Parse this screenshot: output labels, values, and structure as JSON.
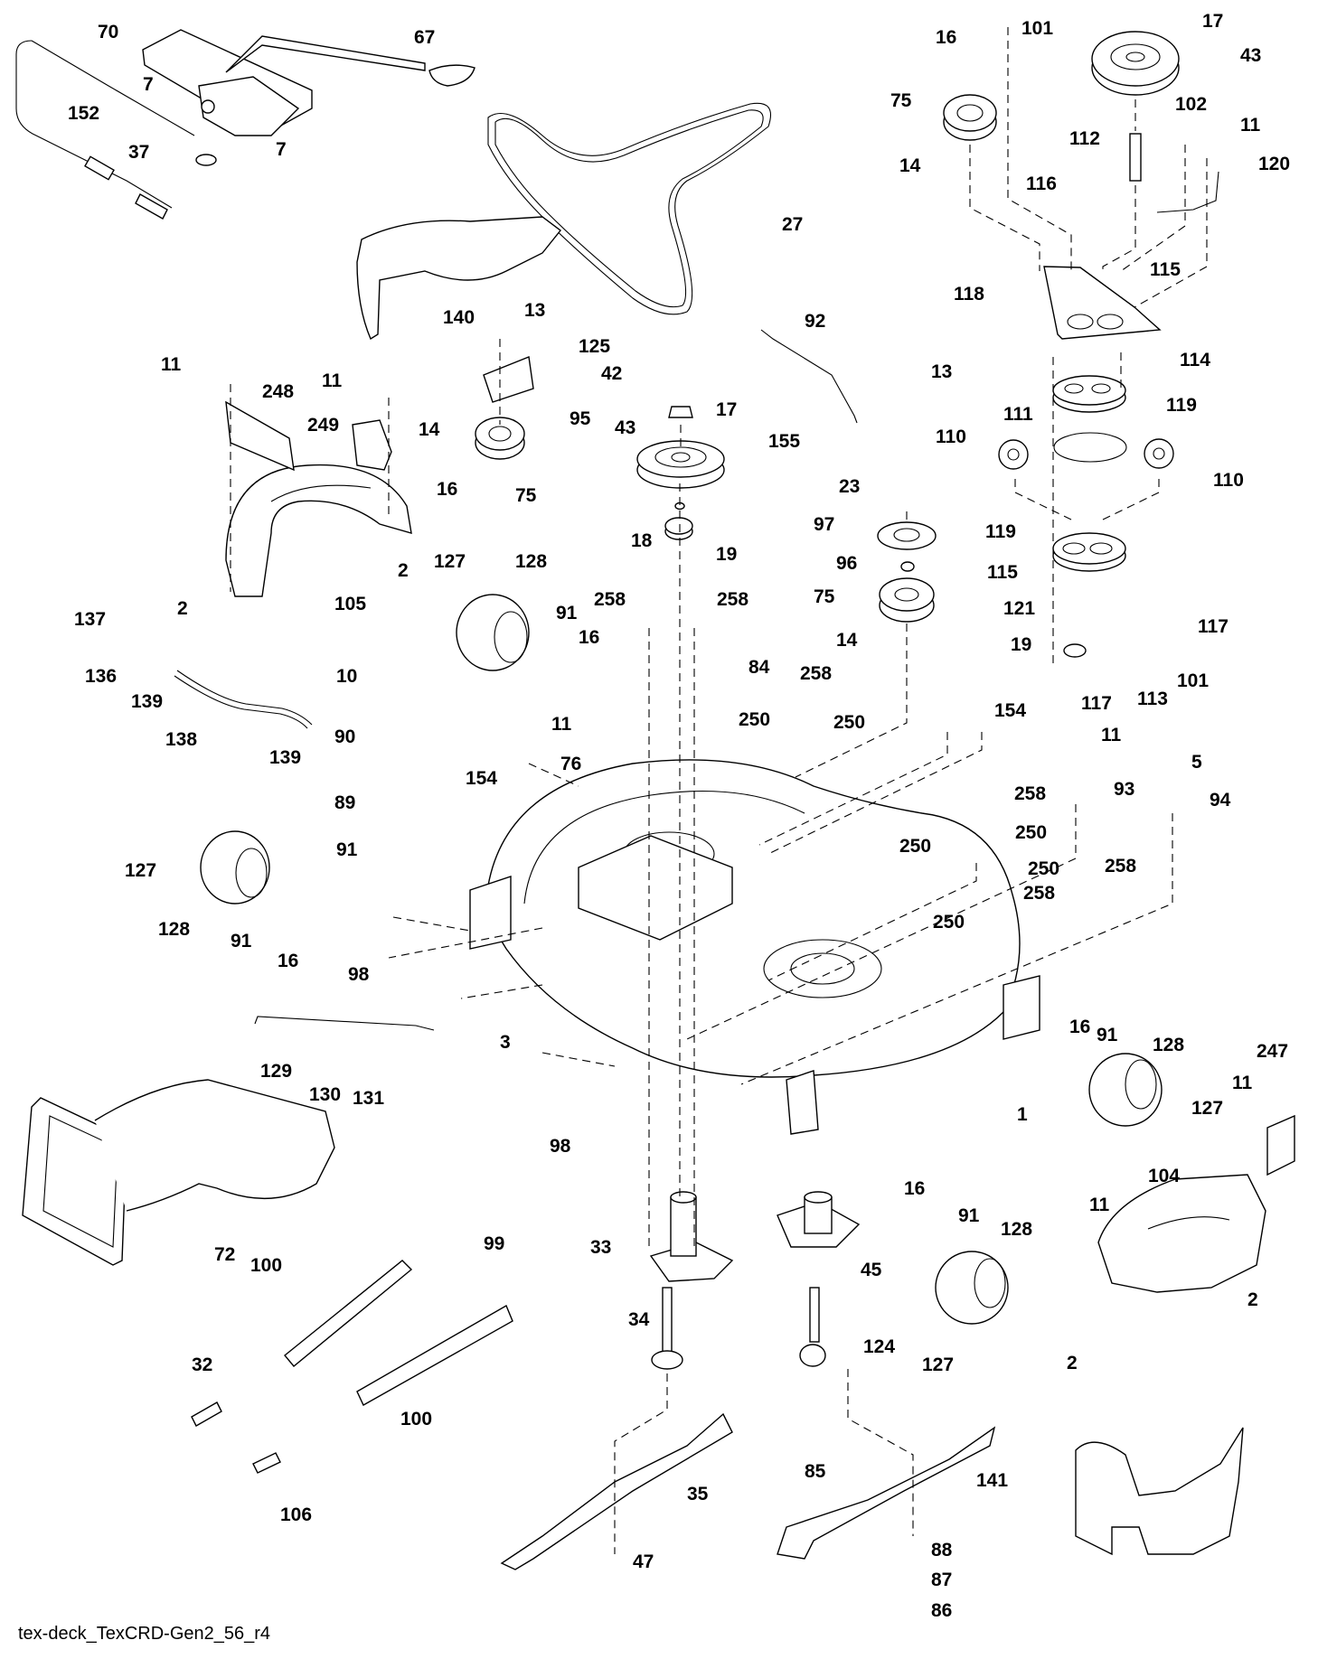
{
  "diagram": {
    "caption": "tex-deck_TexCRD-Gen2_56_r4",
    "callouts": [
      {
        "id": "c70",
        "label": "70"
      },
      {
        "id": "c67",
        "label": "67"
      },
      {
        "id": "c7a",
        "label": "7"
      },
      {
        "id": "c7b",
        "label": "7"
      },
      {
        "id": "c152",
        "label": "152"
      },
      {
        "id": "c37",
        "label": "37"
      },
      {
        "id": "c27",
        "label": "27"
      },
      {
        "id": "c140",
        "label": "140"
      },
      {
        "id": "c16a",
        "label": "16"
      },
      {
        "id": "c101a",
        "label": "101"
      },
      {
        "id": "c17a",
        "label": "17"
      },
      {
        "id": "c43a",
        "label": "43"
      },
      {
        "id": "c75a",
        "label": "75"
      },
      {
        "id": "c102",
        "label": "102"
      },
      {
        "id": "c112",
        "label": "112"
      },
      {
        "id": "c11a",
        "label": "11"
      },
      {
        "id": "c14a",
        "label": "14"
      },
      {
        "id": "c116",
        "label": "116"
      },
      {
        "id": "c120",
        "label": "120"
      },
      {
        "id": "c118",
        "label": "118"
      },
      {
        "id": "c115a",
        "label": "115"
      },
      {
        "id": "c13a",
        "label": "13"
      },
      {
        "id": "c125",
        "label": "125"
      },
      {
        "id": "c42",
        "label": "42"
      },
      {
        "id": "c11b",
        "label": "11"
      },
      {
        "id": "c248",
        "label": "248"
      },
      {
        "id": "c11c",
        "label": "11"
      },
      {
        "id": "c249",
        "label": "249"
      },
      {
        "id": "c14b",
        "label": "14"
      },
      {
        "id": "c95",
        "label": "95"
      },
      {
        "id": "c16b",
        "label": "16"
      },
      {
        "id": "c75b",
        "label": "75"
      },
      {
        "id": "c92",
        "label": "92"
      },
      {
        "id": "c13b",
        "label": "13"
      },
      {
        "id": "c114",
        "label": "114"
      },
      {
        "id": "c119a",
        "label": "119"
      },
      {
        "id": "c111",
        "label": "111"
      },
      {
        "id": "c110a",
        "label": "110"
      },
      {
        "id": "c110b",
        "label": "110"
      },
      {
        "id": "c17b",
        "label": "17"
      },
      {
        "id": "c43b",
        "label": "43"
      },
      {
        "id": "c155",
        "label": "155"
      },
      {
        "id": "c23",
        "label": "23"
      },
      {
        "id": "c97",
        "label": "97"
      },
      {
        "id": "c96",
        "label": "96"
      },
      {
        "id": "c75c",
        "label": "75"
      },
      {
        "id": "c18",
        "label": "18"
      },
      {
        "id": "c19a",
        "label": "19"
      },
      {
        "id": "c119b",
        "label": "119"
      },
      {
        "id": "c115b",
        "label": "115"
      },
      {
        "id": "c117a",
        "label": "117"
      },
      {
        "id": "c121",
        "label": "121"
      },
      {
        "id": "c19b",
        "label": "19"
      },
      {
        "id": "c101b",
        "label": "101"
      },
      {
        "id": "c117b",
        "label": "117"
      },
      {
        "id": "c113",
        "label": "113"
      },
      {
        "id": "c2a",
        "label": "2"
      },
      {
        "id": "c105",
        "label": "105"
      },
      {
        "id": "c2b",
        "label": "2"
      },
      {
        "id": "c137",
        "label": "137"
      },
      {
        "id": "c136",
        "label": "136"
      },
      {
        "id": "c139a",
        "label": "139"
      },
      {
        "id": "c138",
        "label": "138"
      },
      {
        "id": "c139b",
        "label": "139"
      },
      {
        "id": "c127a",
        "label": "127"
      },
      {
        "id": "c128a",
        "label": "128"
      },
      {
        "id": "c91a",
        "label": "91"
      },
      {
        "id": "c16c",
        "label": "16"
      },
      {
        "id": "c258a",
        "label": "258"
      },
      {
        "id": "c258b",
        "label": "258"
      },
      {
        "id": "c84",
        "label": "84"
      },
      {
        "id": "c14c",
        "label": "14"
      },
      {
        "id": "c258c",
        "label": "258"
      },
      {
        "id": "c250a",
        "label": "250"
      },
      {
        "id": "c250b",
        "label": "250"
      },
      {
        "id": "c10",
        "label": "10"
      },
      {
        "id": "c90",
        "label": "90"
      },
      {
        "id": "c89",
        "label": "89"
      },
      {
        "id": "c91b",
        "label": "91"
      },
      {
        "id": "c11d",
        "label": "11"
      },
      {
        "id": "c76",
        "label": "76"
      },
      {
        "id": "c154a",
        "label": "154"
      },
      {
        "id": "c154b",
        "label": "154"
      },
      {
        "id": "c11e",
        "label": "11"
      },
      {
        "id": "c93",
        "label": "93"
      },
      {
        "id": "c5",
        "label": "5"
      },
      {
        "id": "c94",
        "label": "94"
      },
      {
        "id": "c258d",
        "label": "258"
      },
      {
        "id": "c250c",
        "label": "250"
      },
      {
        "id": "c250d",
        "label": "250"
      },
      {
        "id": "c258e",
        "label": "258"
      },
      {
        "id": "c250e",
        "label": "250"
      },
      {
        "id": "c258f",
        "label": "258"
      },
      {
        "id": "c250f",
        "label": "250"
      },
      {
        "id": "c127b",
        "label": "127"
      },
      {
        "id": "c128b",
        "label": "128"
      },
      {
        "id": "c91c",
        "label": "91"
      },
      {
        "id": "c16d",
        "label": "16"
      },
      {
        "id": "c98a",
        "label": "98"
      },
      {
        "id": "c3",
        "label": "3"
      },
      {
        "id": "c129",
        "label": "129"
      },
      {
        "id": "c130",
        "label": "130"
      },
      {
        "id": "c131",
        "label": "131"
      },
      {
        "id": "c98b",
        "label": "98"
      },
      {
        "id": "c1",
        "label": "1"
      },
      {
        "id": "c16e",
        "label": "16"
      },
      {
        "id": "c91d",
        "label": "91"
      },
      {
        "id": "c128c",
        "label": "128"
      },
      {
        "id": "c127c",
        "label": "127"
      },
      {
        "id": "c247",
        "label": "247"
      },
      {
        "id": "c11f",
        "label": "11"
      },
      {
        "id": "c72",
        "label": "72"
      },
      {
        "id": "c33",
        "label": "33"
      },
      {
        "id": "c45",
        "label": "45"
      },
      {
        "id": "c16f",
        "label": "16"
      },
      {
        "id": "c91e",
        "label": "91"
      },
      {
        "id": "c128d",
        "label": "128"
      },
      {
        "id": "c104",
        "label": "104"
      },
      {
        "id": "c11g",
        "label": "11"
      },
      {
        "id": "c100a",
        "label": "100"
      },
      {
        "id": "c99",
        "label": "99"
      },
      {
        "id": "c34",
        "label": "34"
      },
      {
        "id": "c124",
        "label": "124"
      },
      {
        "id": "c127d",
        "label": "127"
      },
      {
        "id": "c2c",
        "label": "2"
      },
      {
        "id": "c2d",
        "label": "2"
      },
      {
        "id": "c32",
        "label": "32"
      },
      {
        "id": "c100b",
        "label": "100"
      },
      {
        "id": "c106",
        "label": "106"
      },
      {
        "id": "c85",
        "label": "85"
      },
      {
        "id": "c35",
        "label": "35"
      },
      {
        "id": "c141",
        "label": "141"
      },
      {
        "id": "c47",
        "label": "47"
      },
      {
        "id": "c88",
        "label": "88"
      },
      {
        "id": "c87",
        "label": "87"
      },
      {
        "id": "c86",
        "label": "86"
      }
    ]
  }
}
